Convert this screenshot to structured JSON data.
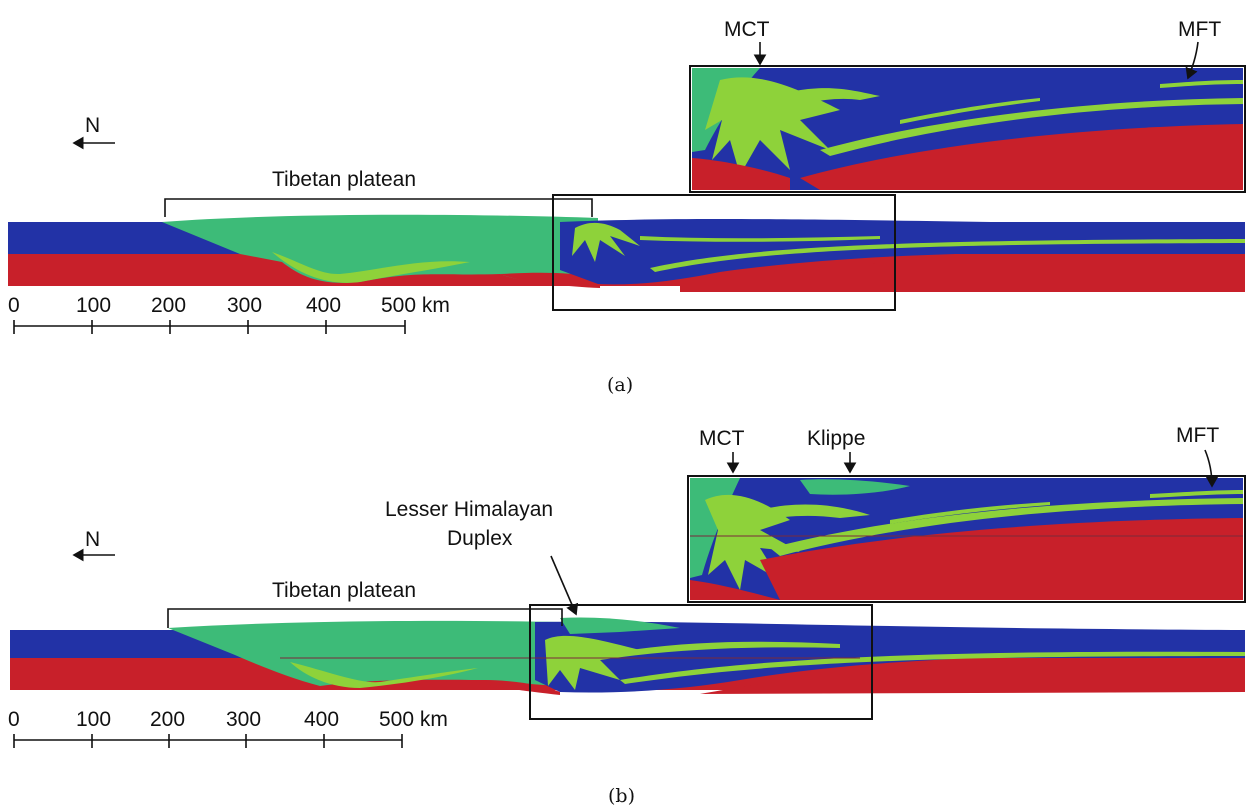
{
  "panels": [
    {
      "caption": "(a)",
      "north": "N",
      "plateau_label": "Tibetan platean",
      "fault_labels": {
        "mct": "MCT",
        "mft": "MFT"
      },
      "scale": {
        "ticks": [
          "0",
          "100",
          "200",
          "300",
          "400"
        ],
        "last": "500 km"
      }
    },
    {
      "caption": "(b)",
      "north": "N",
      "plateau_label": "Tibetan platean",
      "fault_labels": {
        "mct": "MCT",
        "klippe": "Klippe",
        "mft": "MFT"
      },
      "duplex_label_line1": "Lesser Himalayan",
      "duplex_label_line2": "Duplex",
      "scale": {
        "ticks": [
          "0",
          "100",
          "200",
          "300",
          "400"
        ],
        "last": "500 km"
      }
    }
  ],
  "colors": {
    "blue": "#2232a6",
    "red": "#c8202a",
    "teal": "#3dbb78",
    "lime": "#8ed23a"
  },
  "icons": [
    "north-arrow-icon",
    "mct-arrow-icon",
    "mft-arrow-icon",
    "klippe-arrow-icon",
    "duplex-arrow-icon"
  ]
}
